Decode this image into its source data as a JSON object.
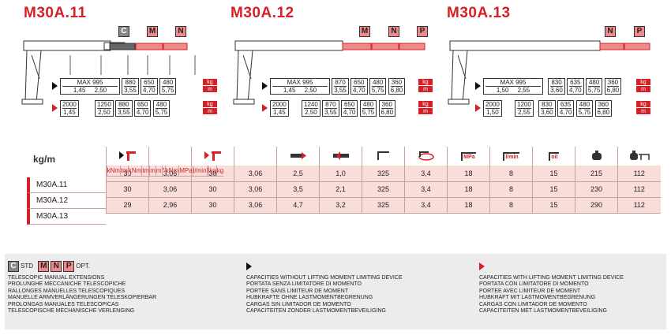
{
  "models": [
    {
      "name": "M30A.11",
      "badges": [
        "C",
        "M",
        "N"
      ]
    },
    {
      "name": "M30A.12",
      "badges": [
        "M",
        "N",
        "P"
      ]
    },
    {
      "name": "M30A.13",
      "badges": [
        "N",
        "P"
      ]
    }
  ],
  "capacities": {
    "m11": {
      "unlimited": {
        "main": [
          "MAX 995",
          "1,45",
          "2,50"
        ],
        "cols": [
          [
            "880",
            "3,55"
          ],
          [
            "650",
            "4,70"
          ],
          [
            "480",
            "5,75"
          ]
        ]
      },
      "limited": {
        "main": [
          [
            "2000",
            "1,45"
          ],
          [
            "1250",
            "2,50"
          ]
        ],
        "cols": [
          [
            "880",
            "3,55"
          ],
          [
            "650",
            "4,70"
          ],
          [
            "480",
            "5,75"
          ]
        ]
      }
    },
    "m12": {
      "unlimited": {
        "main": [
          "MAX 995",
          "1,45",
          "2,50"
        ],
        "cols": [
          [
            "870",
            "3,55"
          ],
          [
            "650",
            "4,70"
          ],
          [
            "480",
            "5,75"
          ],
          [
            "360",
            "6,80"
          ]
        ]
      },
      "limited": {
        "main": [
          [
            "2000",
            "1,45"
          ],
          [
            "1240",
            "2,50"
          ]
        ],
        "cols": [
          [
            "870",
            "3,55"
          ],
          [
            "650",
            "4,70"
          ],
          [
            "480",
            "5,75"
          ],
          [
            "360",
            "6,80"
          ]
        ]
      }
    },
    "m13": {
      "unlimited": {
        "main": [
          "MAX 995",
          "1,50",
          "2,55"
        ],
        "cols": [
          [
            "830",
            "3,60"
          ],
          [
            "635",
            "4,70"
          ],
          [
            "480",
            "5,75"
          ],
          [
            "360",
            "6,80"
          ]
        ]
      },
      "limited": {
        "main": [
          [
            "2000",
            "1,50"
          ],
          [
            "1200",
            "2,55"
          ]
        ],
        "cols": [
          [
            "830",
            "3,60"
          ],
          [
            "635",
            "4,70"
          ],
          [
            "480",
            "5,75"
          ],
          [
            "360",
            "6,80"
          ]
        ]
      }
    }
  },
  "unit_labels": [
    "kg",
    "m"
  ],
  "table": {
    "corner_label": "kg/m",
    "units": [
      "kNm",
      "tm",
      "kNm",
      "tm",
      "m",
      "m",
      "°",
      "kNm",
      "MPa",
      "l/min",
      "l",
      "kg",
      "kg"
    ],
    "icon_names": [
      "black-arrow-crane-icon",
      "",
      "red-arrow-crane-icon",
      "",
      "extension-icon",
      "hydraulic-extension-icon",
      "rotation-angle-icon",
      "slewing-torque-icon",
      "pressure-mpa-icon",
      "flow-lmin-icon",
      "oil-tank-icon",
      "weight-icon",
      "weight-with-frame-icon"
    ],
    "icon_texts": [
      "",
      "",
      "",
      "",
      "",
      "",
      "",
      "",
      "MPa",
      "l/min",
      "oil",
      "",
      ""
    ],
    "rows": [
      {
        "label": "M30A.11",
        "values": [
          "30",
          "3,06",
          "30",
          "3,06",
          "2,5",
          "1,0",
          "325",
          "3,4",
          "18",
          "8",
          "15",
          "215",
          "112"
        ]
      },
      {
        "label": "M30A.12",
        "values": [
          "30",
          "3,06",
          "30",
          "3,06",
          "3,5",
          "2,1",
          "325",
          "3,4",
          "18",
          "8",
          "15",
          "230",
          "112"
        ]
      },
      {
        "label": "M30A.13",
        "values": [
          "29",
          "2,96",
          "30",
          "3,06",
          "4,7",
          "3,2",
          "325",
          "3,4",
          "18",
          "8",
          "15",
          "290",
          "112"
        ]
      }
    ]
  },
  "legend": {
    "std_label": "STD",
    "opt_label": "OPT.",
    "col1": [
      "TELESCOPIC MANUAL EXTENSIONS",
      "PROLUNGHE  MECCANICHE TELESCOPICHE",
      "RALLONGES MANUELLES TELESCOPIQUES",
      "MANUELLE ARMVERLÄNGERUNGEN TELESKOPIERBAR",
      "PROLONGAS MANUALES  TELESCOPICAS",
      "TELESCOPISCHE MECHANISCHE VERLENGING"
    ],
    "col2": [
      "CAPACITIES WITHOUT LIFTING MOMENT LIMITING DEVICE",
      "PORTATA SENZA LIMITATORE DI MOMENTO",
      "PORTEE SANS LIMITEUR DE MOMENT",
      "HUBKRAFTE OHNE LASTMOMENTBEGRENUNG",
      "CARGAS SIN LIMITADOR DE MOMENTO",
      "CAPACITEITEN ZONDER LASTMOMENTBEVEILIGING"
    ],
    "col3": [
      "CAPACITIES WITH LIFTING MOMENT LIMITING DEVICE",
      "PORTATA CON LIMITATORE DI MOMENTO",
      "PORTEE AVEC LIMITEUR DE MOMENT",
      "HUBKRAFT MIT LASTMOMENTBEGRENUNG",
      "CARGAS CON LIMITADOR DE MOMENTO",
      "CAPACITEITEN MET LASTMOMENTBEVEILIGING"
    ]
  },
  "colors": {
    "accent": "#d42027",
    "row_bg": "#f9ddd8",
    "footer_bg": "#ececec"
  }
}
